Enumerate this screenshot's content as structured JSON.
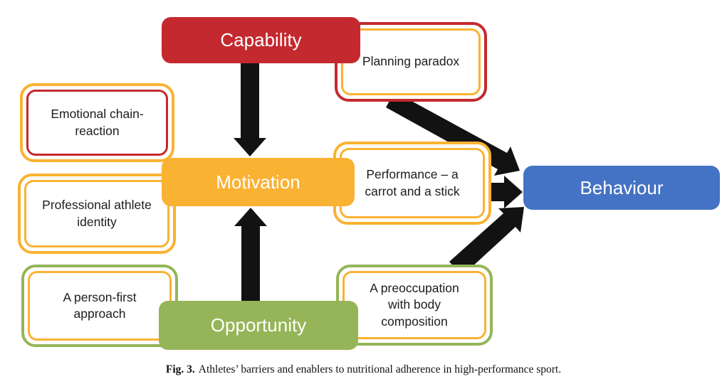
{
  "figure": {
    "caption_label": "Fig. 3.",
    "caption_text": "Athletes’ barriers and enablers to nutritional adherence in high-performance sport."
  },
  "colors": {
    "red": "#C4292F",
    "yellow": "#FAB233",
    "green": "#95B558",
    "blue": "#4472C4",
    "arrow": "#121212"
  },
  "nodes": {
    "capability": {
      "label": "Capability"
    },
    "motivation": {
      "label": "Motivation"
    },
    "opportunity": {
      "label": "Opportunity"
    },
    "behaviour": {
      "label": "Behaviour"
    }
  },
  "themes": {
    "emotional": {
      "label": "Emotional chain-reaction"
    },
    "professional": {
      "label": "Professional athlete identity"
    },
    "person_first": {
      "label": "A person-first approach"
    },
    "planning": {
      "label": "Planning paradox"
    },
    "performance": {
      "label": "Performance – a carrot and a stick"
    },
    "preoccupation": {
      "label": "A preoccupation with body composition"
    }
  },
  "edges": [
    {
      "from": "Capability",
      "to": "Motivation"
    },
    {
      "from": "Opportunity",
      "to": "Motivation"
    },
    {
      "from": "Planning paradox",
      "to": "Behaviour"
    },
    {
      "from": "Performance – a carrot and a stick",
      "to": "Behaviour"
    },
    {
      "from": "A preoccupation with body composition",
      "to": "Behaviour"
    }
  ]
}
